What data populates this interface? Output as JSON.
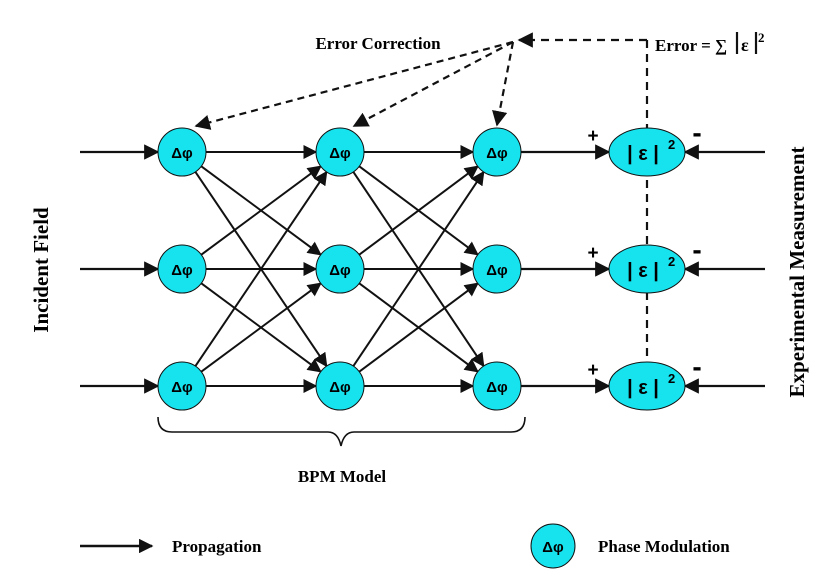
{
  "labels": {
    "error_correction": "Error Correction",
    "error_formula_prefix": "Error = ∑",
    "error_formula_eps": "ε",
    "error_formula_exp": "2",
    "incident_field": "Incident Field",
    "experimental_measurement": "Experimental Measurement",
    "bpm_model": "BPM Model"
  },
  "node": {
    "phase_label": "Δφ",
    "error_label": "| ε |",
    "error_exp": "2",
    "plus": "+",
    "minus": "-"
  },
  "legend": {
    "propagation": "Propagation",
    "phase_symbol": "Δφ",
    "phase_modulation": "Phase Modulation"
  },
  "colors": {
    "node_fill": "#17e3ee",
    "stroke": "#111111",
    "text": "#000000"
  }
}
